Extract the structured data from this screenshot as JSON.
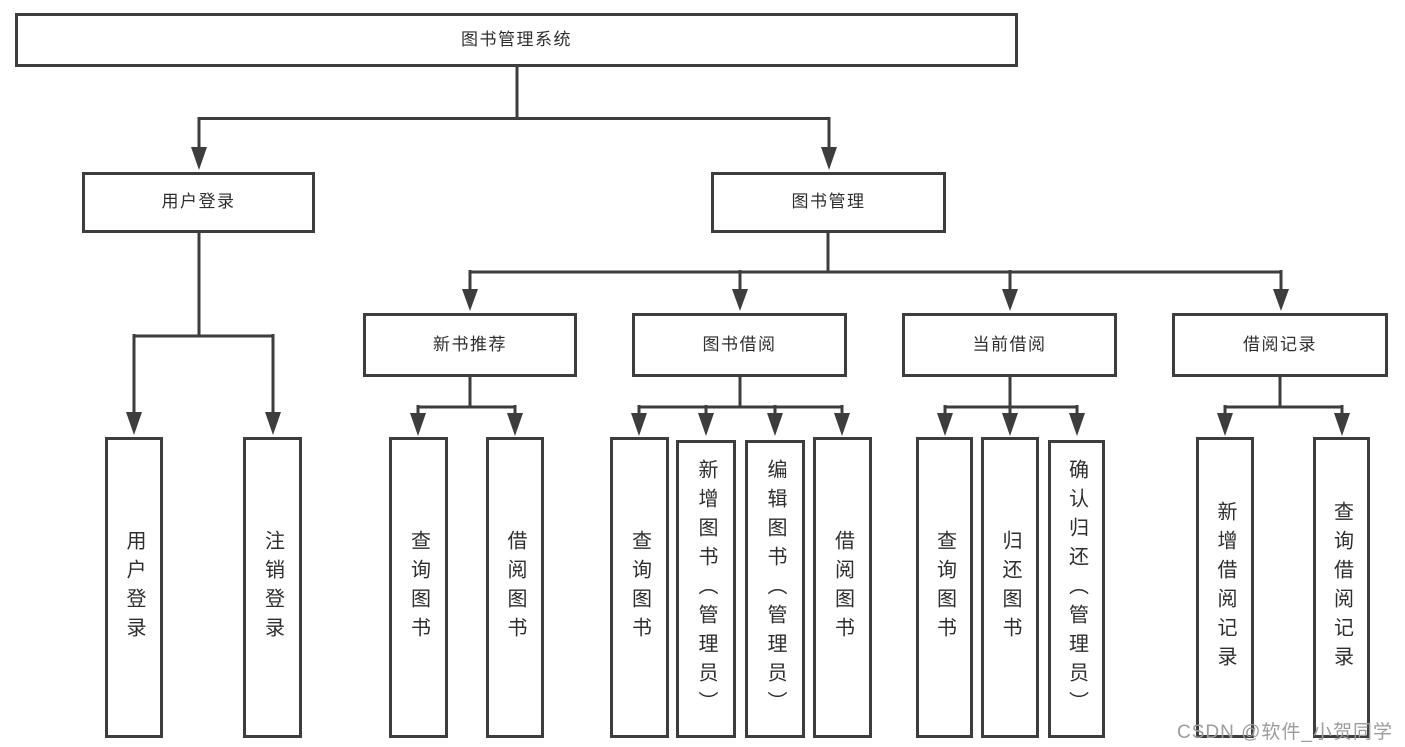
{
  "tree": {
    "label": "图书管理系统",
    "children": [
      {
        "label": "用户登录",
        "children": [
          {
            "label": "用户登录"
          },
          {
            "label": "注销登录"
          }
        ]
      },
      {
        "label": "图书管理",
        "children": [
          {
            "label": "新书推荐",
            "children": [
              {
                "label": "查询图书"
              },
              {
                "label": "借阅图书"
              }
            ]
          },
          {
            "label": "图书借阅",
            "children": [
              {
                "label": "查询图书"
              },
              {
                "label": "新增图书（管理员）"
              },
              {
                "label": "编辑图书（管理员）"
              },
              {
                "label": "借阅图书"
              }
            ]
          },
          {
            "label": "当前借阅",
            "children": [
              {
                "label": "查询图书"
              },
              {
                "label": "归还图书"
              },
              {
                "label": "确认归还（管理员）"
              }
            ]
          },
          {
            "label": "借阅记录",
            "children": [
              {
                "label": "新增借阅记录"
              },
              {
                "label": "查询借阅记录"
              }
            ]
          }
        ]
      }
    ]
  },
  "watermark": "CSDN @软件_小贺同学",
  "colors": {
    "line": "#3d3d3d",
    "text": "#2e2e2e",
    "watermark": "#9c9c9c",
    "background": "#ffffff"
  }
}
